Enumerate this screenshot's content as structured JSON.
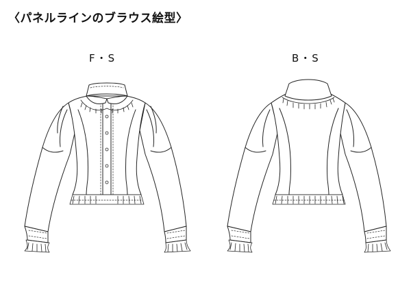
{
  "title": "〈パネルラインのブラウス絵型〉",
  "views": {
    "front": {
      "label": "F・S",
      "icon": "blouse-front-icon"
    },
    "back": {
      "label": "B・S",
      "icon": "blouse-back-icon"
    }
  },
  "colors": {
    "line": "#222222",
    "background": "#ffffff"
  }
}
